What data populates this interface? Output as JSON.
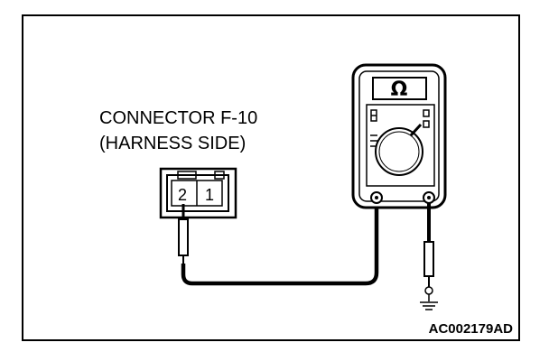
{
  "connector": {
    "title": "CONNECTOR F-10",
    "subtitle": "(HARNESS SIDE)",
    "pins": [
      "2",
      "1"
    ]
  },
  "meter": {
    "mode_symbol": "Ω"
  },
  "figure_id": "AC002179AD"
}
